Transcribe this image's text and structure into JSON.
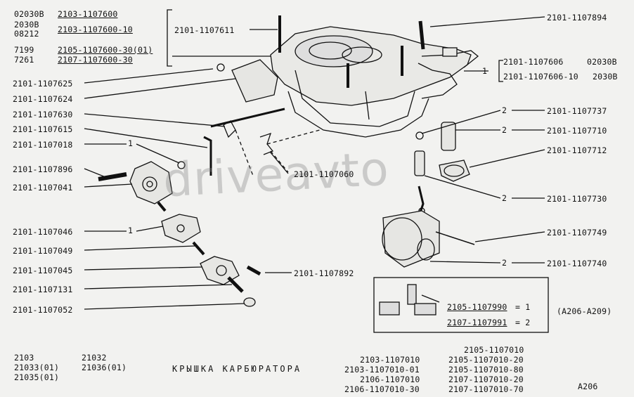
{
  "header": {
    "variants": [
      {
        "code": "02030B",
        "part": "2103-1107600"
      },
      {
        "code": "2030B",
        "part": ""
      },
      {
        "code": "08212",
        "part": "2103-1107600-10"
      },
      {
        "code": "7199",
        "part": "2105-1107600-30(01)"
      },
      {
        "code": "7261",
        "part": "2107-1107600-30"
      }
    ],
    "bracket_part": "2101-1107611"
  },
  "callouts_left": [
    "2101-1107625",
    "2101-1107624",
    "2101-1107630",
    "2101-1107615",
    "2101-1107018",
    "2101-1107896",
    "2101-1107041",
    "2101-1107046",
    "2101-1107049",
    "2101-1107045",
    "2101-1107131",
    "2101-1107052"
  ],
  "callouts_right": [
    "2101-1107894",
    "2101-1107737",
    "2101-1107710",
    "2101-1107712",
    "2101-1107730",
    "2101-1107749",
    "2101-1107740"
  ],
  "callouts_mid": {
    "c060": "2101-1107060",
    "c892": "2101-1107892"
  },
  "qty": {
    "one": "1",
    "two": "2"
  },
  "right_bracket": [
    {
      "part": "2101-1107606",
      "code": "02030B"
    },
    {
      "part": "2101-1107606-10",
      "code": "2030B"
    }
  ],
  "kit_box": {
    "line1": "2105-1107990",
    "line1_qty": "= 1",
    "line2": "2107-1107991",
    "line2_qty": "= 2",
    "ref": "(A206-A209)"
  },
  "watermark": "driveavto",
  "footer": {
    "models_col1": [
      "2103",
      "21033(01)",
      "21035(01)"
    ],
    "models_col2": [
      "21032",
      "21036(01)"
    ],
    "title": "КРЫШКА КАРБЮРАТОРА",
    "assemblies_col1": [
      "2103-1107010",
      "2103-1107010-01",
      "2106-1107010",
      "2106-1107010-30"
    ],
    "assemblies_col2": [
      "2105-1107010",
      "2105-1107010-20",
      "2105-1107010-80",
      "2107-1107010-20",
      "2107-1107010-70"
    ],
    "page_ref": "A206"
  }
}
